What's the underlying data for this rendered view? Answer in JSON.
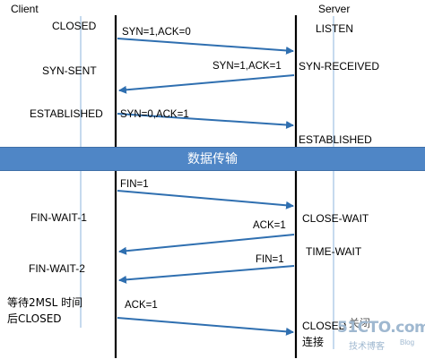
{
  "headers": {
    "client": "Client",
    "server": "Server"
  },
  "client_states": {
    "closed": "CLOSED",
    "syn_sent": "SYN-SENT",
    "established": "ESTABLISHED",
    "fin_wait_1": "FIN-WAIT-1",
    "fin_wait_2": "FIN-WAIT-2",
    "wait_2msl_line1": "等待2MSL 时间",
    "wait_2msl_line2": "后CLOSED"
  },
  "server_states": {
    "listen": "LISTEN",
    "syn_received": "SYN-RECEIVED",
    "established": "ESTABLISHED",
    "close_wait": "CLOSE-WAIT",
    "time_wait": "TIME-WAIT",
    "closed": "CLOSED",
    "closed_suffix": "关闭",
    "connection": "连接"
  },
  "messages": {
    "syn1_ack0": "SYN=1,ACK=0",
    "syn1_ack1": "SYN=1,ACK=1",
    "syn0_ack1": "SYN=0,ACK=1",
    "fin1_client": "FIN=1",
    "ack1_server": "ACK=1",
    "fin1_server": "FIN=1",
    "ack1_client": "ACK=1"
  },
  "band_label": "数据传输",
  "watermark": {
    "brand": "51CTO.com",
    "sub": "技术博客",
    "tag": "Blog"
  },
  "colors": {
    "arrow": "#2f6fb0",
    "band": "#4f86c6",
    "timeline": "#000000",
    "thin_line": "#8db6dc"
  }
}
